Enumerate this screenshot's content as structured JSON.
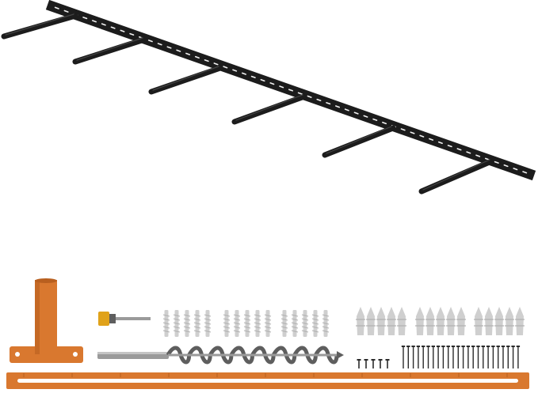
{
  "photo": {
    "subject": "floating-shelf-bracket-kit",
    "colors": {
      "background": "#ffffff",
      "bracket": "#1c1c1c",
      "rail_slot": "#f2f2f2",
      "jig_orange": "#d9782f",
      "jig_orange_dark": "#b85f1f",
      "steel": "#9a9a9a",
      "steel_dark": "#5e5e5e",
      "anchor_plastic": "#cfcfcf",
      "brass": "#e0a21a",
      "screw_black": "#2a2a2a"
    },
    "counts": {
      "rods": 6,
      "ribbed_anchor_groups": 3,
      "anchors_per_ribbed_group": 5,
      "winged_anchor_groups": 3,
      "anchors_per_winged_group": 5,
      "long_screws": 24,
      "short_screws": 5
    }
  }
}
